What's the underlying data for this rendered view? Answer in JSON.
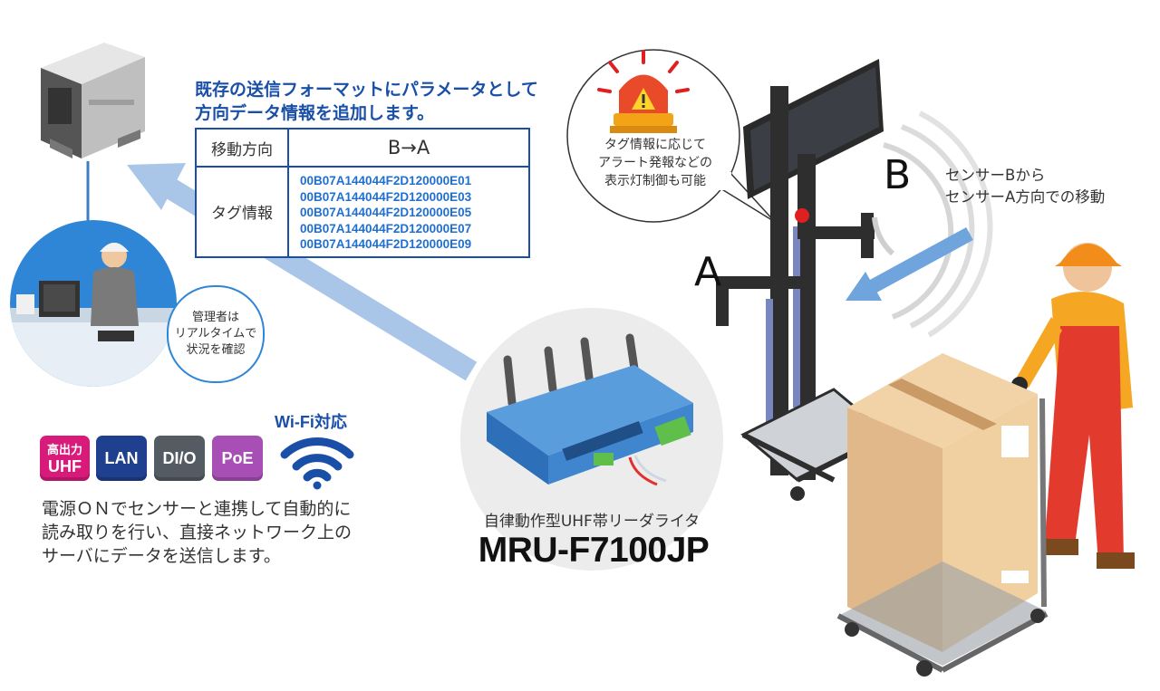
{
  "header": {
    "line1": "既存の送信フォーマットにパラメータとして",
    "line2": "方向データ情報を追加します。"
  },
  "table": {
    "direction_label": "移動方向",
    "direction_value": "B→A",
    "tag_label": "タグ情報",
    "tags": [
      "00B07A144044F2D120000E01",
      "00B07A144044F2D120000E03",
      "00B07A144044F2D120000E05",
      "00B07A144044F2D120000E07",
      "00B07A144044F2D120000E09"
    ]
  },
  "admin_bubble": {
    "line1": "管理者は",
    "line2": "リアルタイムで",
    "line3": "状況を確認"
  },
  "alert_bubble": {
    "line1": "タグ情報に応じて",
    "line2": "アラート発報などの",
    "line3": "表示灯制御も可能"
  },
  "badges": {
    "uhf_line1": "高出力",
    "uhf_line2": "UHF",
    "lan": "LAN",
    "dio": "DI/O",
    "poe": "PoE",
    "wifi": "Wi-Fi対応"
  },
  "description": {
    "line1": "電源ＯＮでセンサーと連携して自動的に",
    "line2": "読み取りを行い、直接ネットワーク上の",
    "line3": "サーバにデータを送信します。"
  },
  "product": {
    "subtitle": "自律動作型UHF帯リーダライタ",
    "model": "MRU-F7100JP"
  },
  "sensors": {
    "a": "A",
    "b": "B",
    "movement_line1": "センサーBから",
    "movement_line2": "センサーA方向での移動"
  },
  "colors": {
    "header_blue": "#1a4fa8",
    "tag_blue": "#1f6fd1",
    "uhf_badge": "#d81b7a",
    "lan_badge": "#1f3f8f",
    "dio_badge": "#555b63",
    "poe_badge": "#a74fb5",
    "arrow": "#a9c6e8"
  }
}
